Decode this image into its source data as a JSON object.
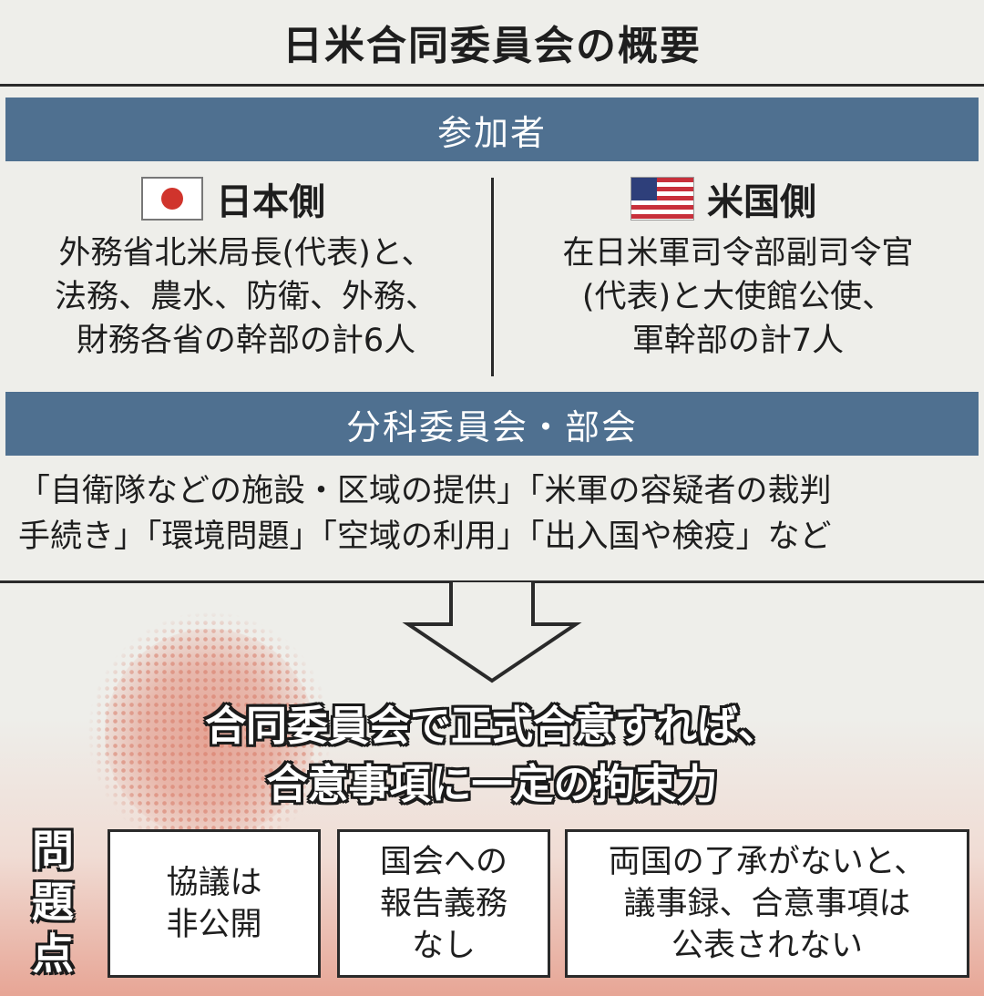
{
  "title": "日米合同委員会の概要",
  "participants": {
    "header": "参加者",
    "japan": {
      "heading": "日本側",
      "lines": [
        "外務省北米局長(代表)と、",
        "法務、農水、防衛、外務、",
        "財務各省の幹部の計6人"
      ]
    },
    "us": {
      "heading": "米国側",
      "lines": [
        "在日米軍司令部副司令官",
        "(代表)と大使館公使、",
        "軍幹部の計7人"
      ]
    }
  },
  "subcommittees": {
    "header": "分科委員会・部会",
    "lines": [
      "「自衛隊などの施設・区域の提供」「米軍の容疑者の裁判",
      "手続き」「環境問題」「空域の利用」「出入国や検疫」など"
    ]
  },
  "conclusion": {
    "lines": [
      "合同委員会で正式合意すれば、",
      "合意事項に一定の拘束力"
    ]
  },
  "issues": {
    "label_chars": [
      "問",
      "題",
      "点"
    ],
    "items": [
      {
        "lines": [
          "協議は",
          "非公開"
        ]
      },
      {
        "lines": [
          "国会への",
          "報告義務",
          "なし"
        ]
      },
      {
        "lines": [
          "両国の了承がないと、",
          "議事録、合意事項は",
          "公表されない"
        ]
      }
    ]
  },
  "colors": {
    "band": "#4f7090",
    "accent": "#e28c7a",
    "background": "#eeeeea",
    "japan_flag_sun": "#d0342c"
  }
}
